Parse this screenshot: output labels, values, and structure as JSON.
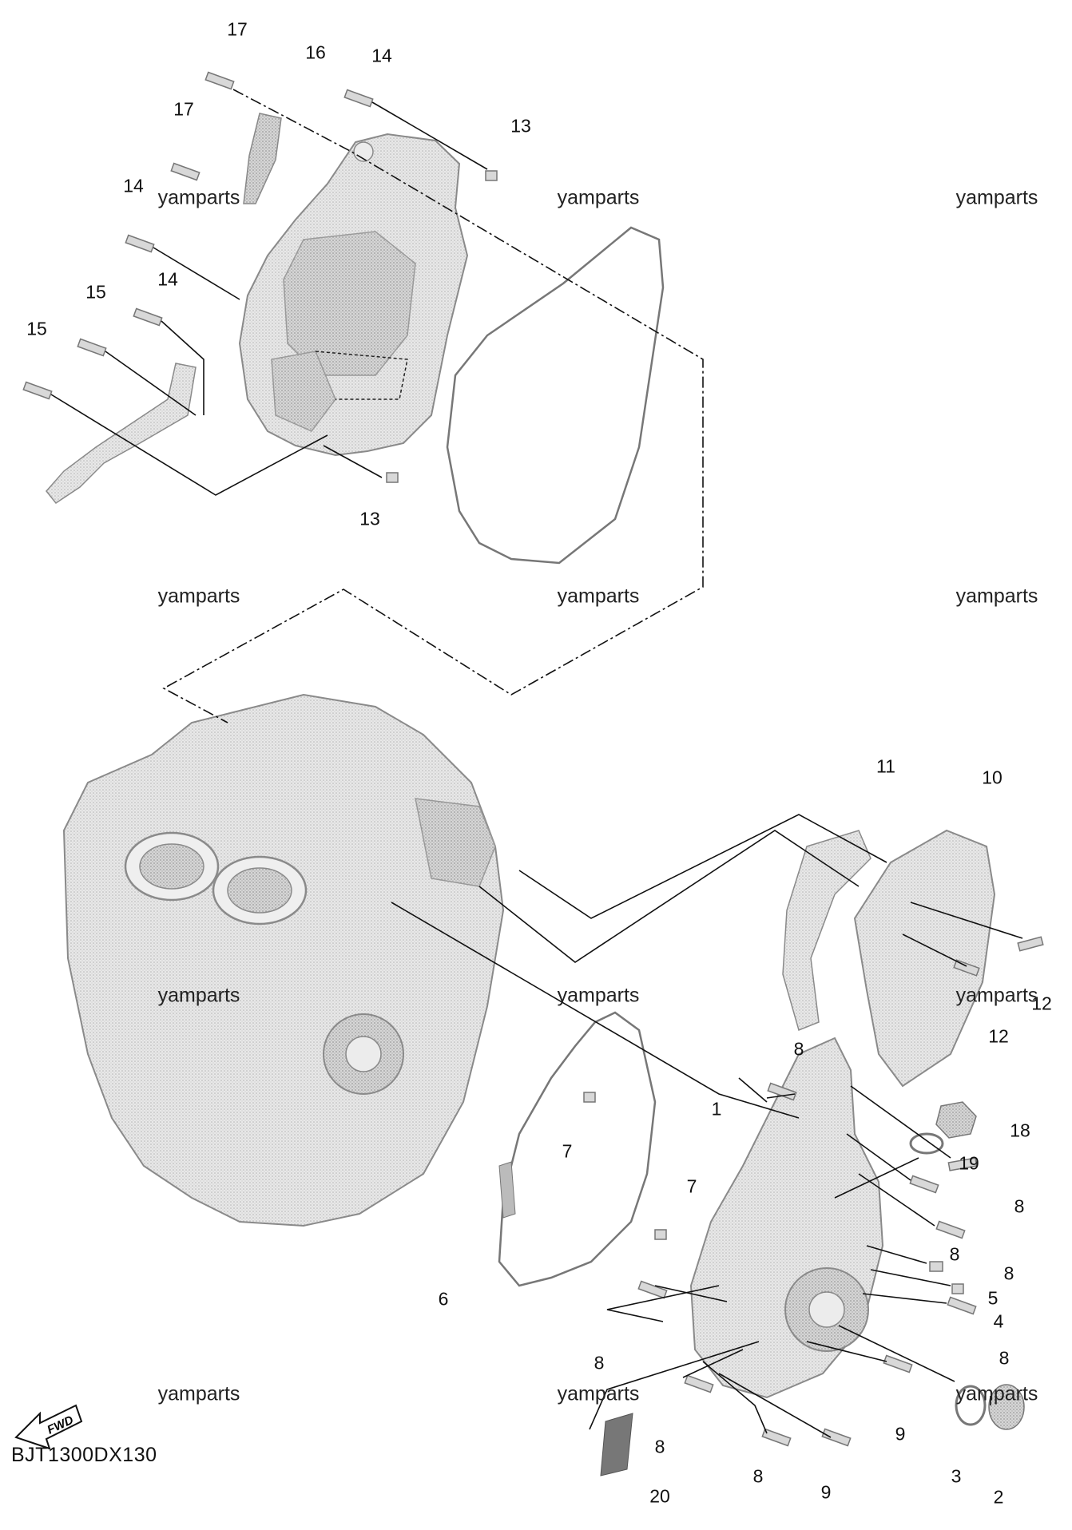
{
  "diagram": {
    "code": "BJT1300DX130",
    "fwd_label": "FWD",
    "watermark": "yamparts",
    "callouts": [
      "17",
      "16",
      "14",
      "13",
      "17",
      "14",
      "15",
      "14",
      "15",
      "13",
      "11",
      "10",
      "12",
      "12",
      "8",
      "1",
      "18",
      "19",
      "7",
      "7",
      "8",
      "8",
      "8",
      "6",
      "5",
      "4",
      "8",
      "8",
      "8",
      "9",
      "3",
      "2",
      "8",
      "9",
      "20"
    ],
    "colors": {
      "part_fill": "#e4e4e4",
      "part_stroke": "#8a8a8a",
      "line": "#111111",
      "gasket_stroke": "#777777"
    }
  }
}
